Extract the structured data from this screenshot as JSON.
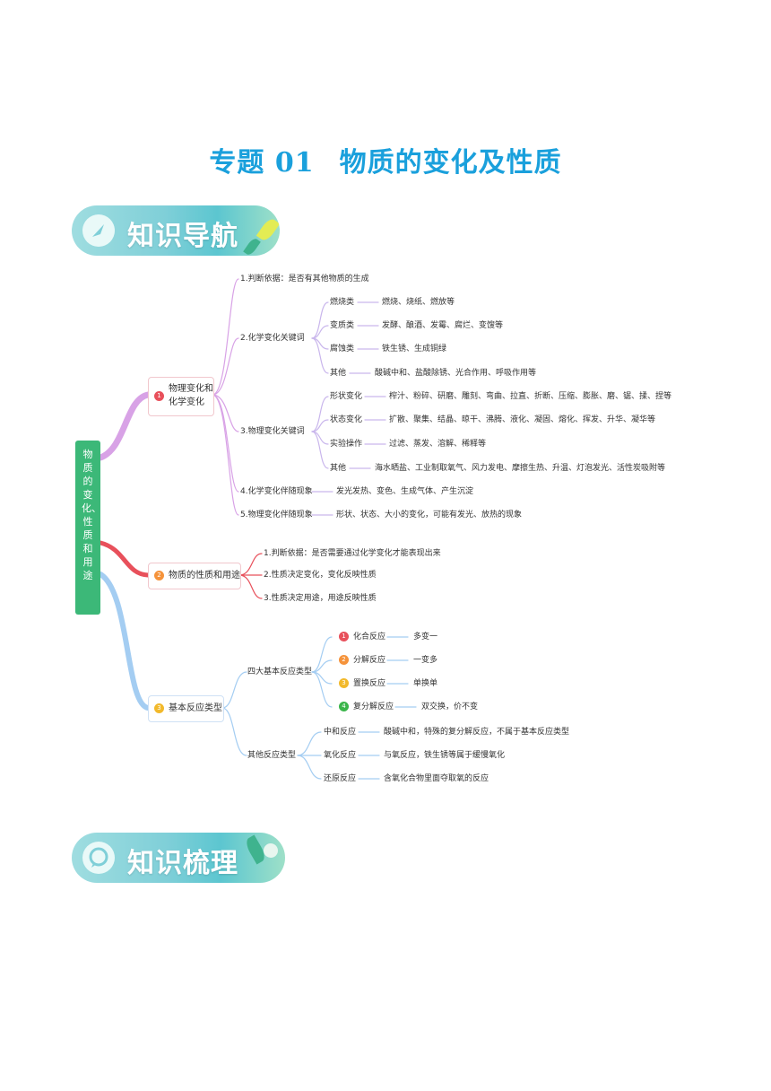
{
  "title": {
    "prefix": "专题 01",
    "main": "物质的变化及性质"
  },
  "banners": {
    "nav": "知识导航",
    "sort": "知识梳理"
  },
  "root": "物质的变化、性质和用途",
  "branch1": {
    "badge": "1",
    "label_line1": "物理变化和",
    "label_line2": "化学变化",
    "items": {
      "judge": "1.判断依据：是否有其他物质的生成",
      "chem_kw": "2.化学变化关键词",
      "chem_kw_items": [
        {
          "k": "燃烧类",
          "v": "燃烧、烧纸、燃放等"
        },
        {
          "k": "变质类",
          "v": "发酵、酿酒、发霉、腐烂、变馊等"
        },
        {
          "k": "腐蚀类",
          "v": "铁生锈、生成铜绿"
        },
        {
          "k": "其他",
          "v": "酸碱中和、盐酸除锈、光合作用、呼吸作用等"
        }
      ],
      "phys_kw": "3.物理变化关键词",
      "phys_kw_items": [
        {
          "k": "形状变化",
          "v": "榨汁、粉碎、研磨、雕刻、弯曲、拉直、折断、压缩、膨胀、磨、锯、揉、捏等"
        },
        {
          "k": "状态变化",
          "v": "扩散、聚集、结晶、晾干、沸腾、液化、凝固、熔化、挥发、升华、凝华等"
        },
        {
          "k": "实验操作",
          "v": "过滤、蒸发、溶解、稀释等"
        },
        {
          "k": "其他",
          "v": "海水晒盐、工业制取氧气、风力发电、摩擦生热、升温、灯泡发光、活性炭吸附等"
        }
      ],
      "chem_phen": {
        "k": "4.化学变化伴随现象",
        "v": "发光发热、变色、生成气体、产生沉淀"
      },
      "phys_phen": {
        "k": "5.物理变化伴随现象",
        "v": "形状、状态、大小的变化，可能有发光、放热的现象"
      }
    }
  },
  "branch2": {
    "badge": "2",
    "label": "物质的性质和用途",
    "items": [
      "1.判断依据：是否需要通过化学变化才能表现出来",
      "2.性质决定变化，变化反映性质",
      "3.性质决定用途，用途反映性质"
    ]
  },
  "branch3": {
    "badge": "3",
    "label": "基本反应类型",
    "four": {
      "label": "四大基本反应类型",
      "items": [
        {
          "n": "1",
          "k": "化合反应",
          "v": "多变一",
          "color": "#e8505b"
        },
        {
          "n": "2",
          "k": "分解反应",
          "v": "一变多",
          "color": "#f5933b"
        },
        {
          "n": "3",
          "k": "置换反应",
          "v": "单换单",
          "color": "#f2b92b"
        },
        {
          "n": "4",
          "k": "复分解反应",
          "v": "双交换，价不变",
          "color": "#3ab54a"
        }
      ]
    },
    "other": {
      "label": "其他反应类型",
      "items": [
        {
          "k": "中和反应",
          "v": "酸碱中和，特殊的复分解反应，不属于基本反应类型"
        },
        {
          "k": "氧化反应",
          "v": "与氧反应，铁生锈等属于缓慢氧化"
        },
        {
          "k": "还原反应",
          "v": "含氧化合物里面夺取氧的反应"
        }
      ]
    }
  },
  "colors": {
    "title": "#1aa0dc",
    "root": "#3cb878",
    "b1": "#d8a2e6",
    "b2": "#e8505b",
    "b3": "#a4cdf2",
    "sub": "#c9b6ec"
  }
}
